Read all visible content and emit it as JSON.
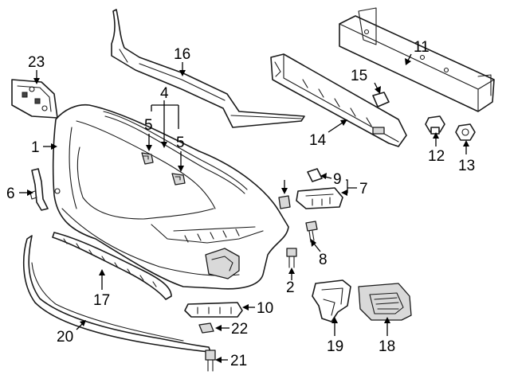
{
  "diagram": {
    "callouts": {
      "p1": "1",
      "p2": "2",
      "p4": "4",
      "p5a": "5",
      "p5b": "5",
      "p6": "6",
      "p7": "7",
      "p8": "8",
      "p9": "9",
      "p10": "10",
      "p11": "11",
      "p12": "12",
      "p13": "13",
      "p14": "14",
      "p15": "15",
      "p16": "16",
      "p17": "17",
      "p18": "18",
      "p19": "19",
      "p20": "20",
      "p21": "21",
      "p22": "22",
      "p23": "23"
    }
  }
}
